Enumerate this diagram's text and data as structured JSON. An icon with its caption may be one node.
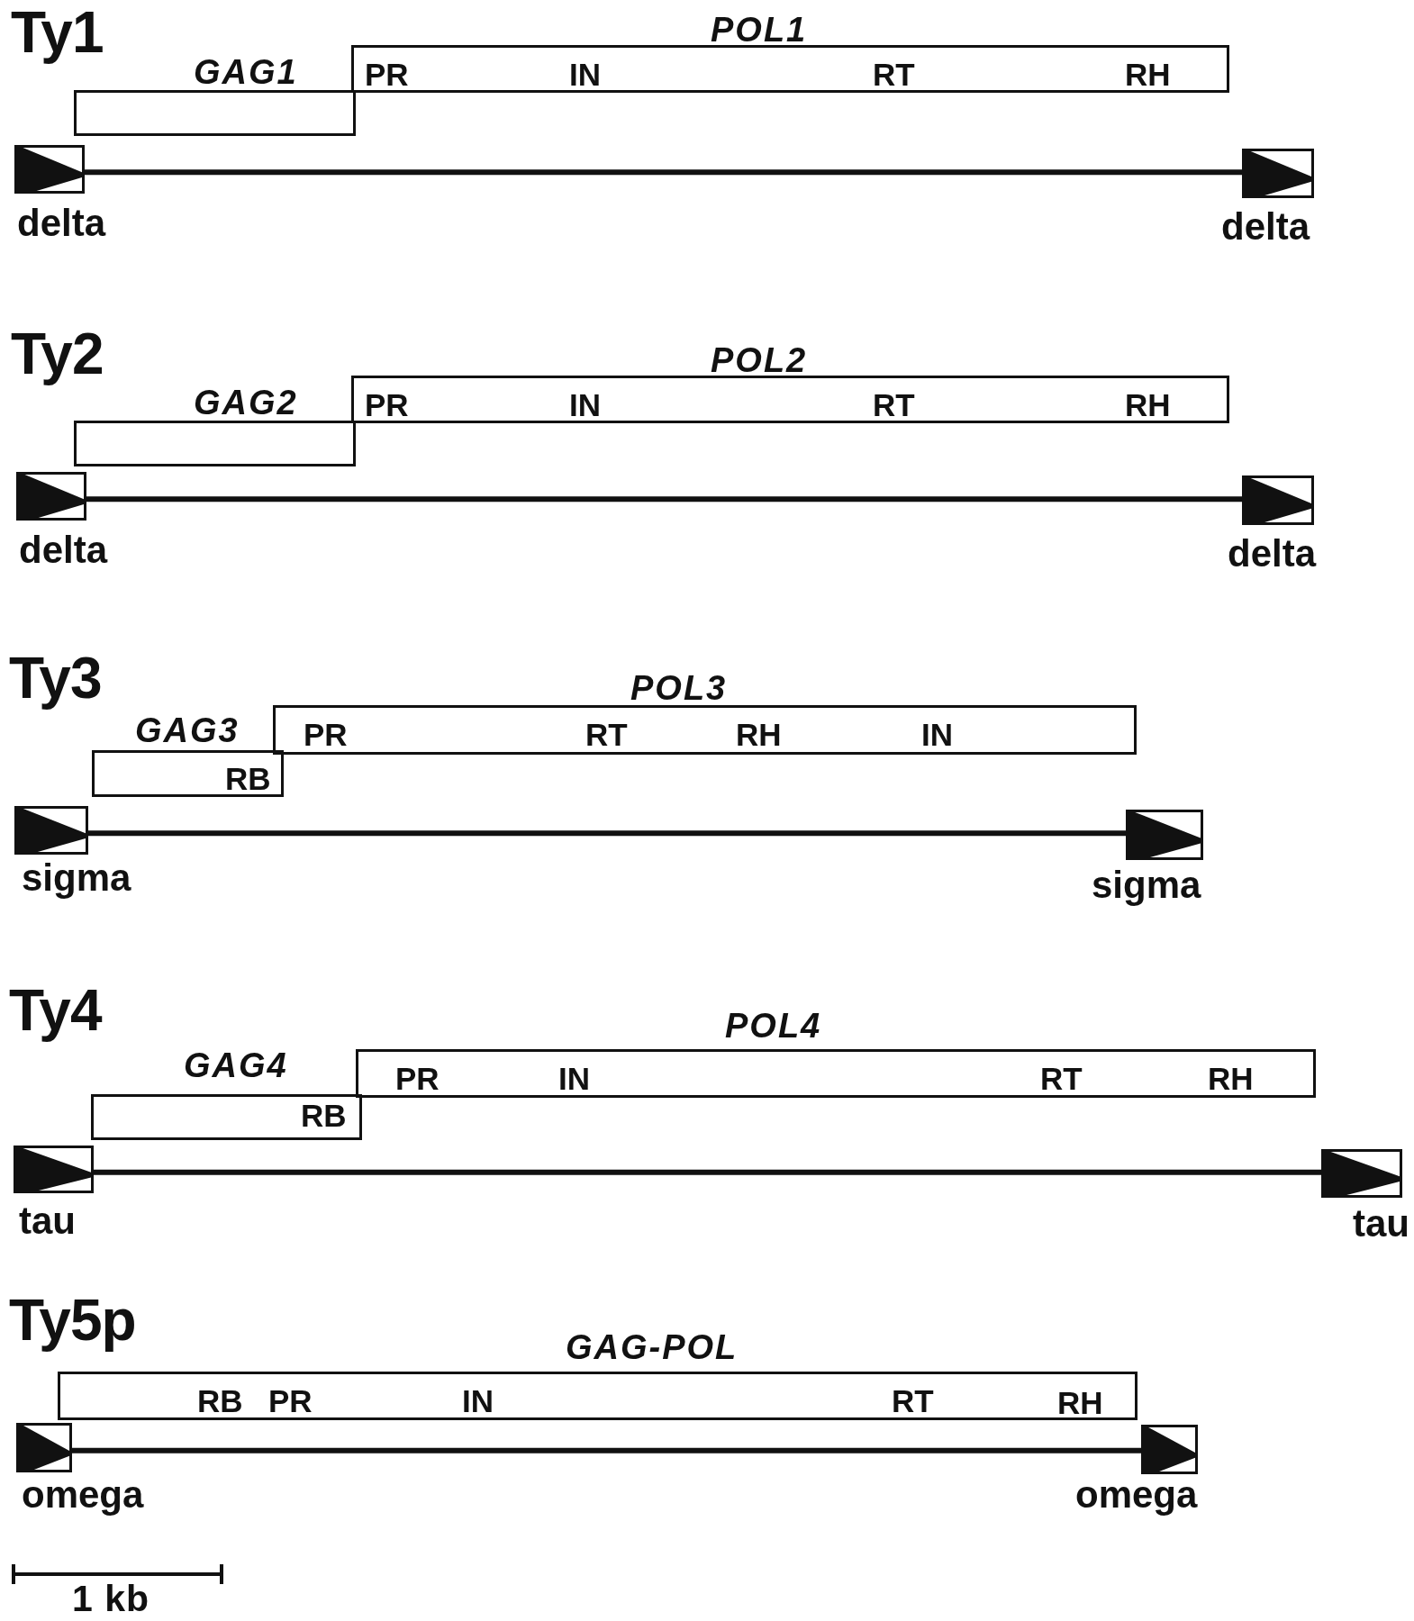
{
  "diagram": {
    "nodes": [
      {
        "text": [
          "GAG1"
        ]
      },
      {
        "text": [
          "POL1",
          "PR",
          "IN",
          "RT",
          "RH"
        ]
      },
      {
        "text": [
          "delta"
        ]
      },
      {
        "text": [
          "delta"
        ]
      },
      {
        "text": [
          "GAG2"
        ]
      },
      {
        "text": [
          "POL2",
          "PR",
          "IN",
          "RT",
          "RH"
        ]
      },
      {
        "text": [
          "delta"
        ]
      },
      {
        "text": [
          "delta"
        ]
      },
      {
        "text": [
          "GAG3",
          "RB"
        ]
      },
      {
        "text": [
          "POL3",
          "PR",
          "RT",
          "RH",
          "IN"
        ]
      },
      {
        "text": [
          "sigma"
        ]
      },
      {
        "text": [
          "sigma"
        ]
      },
      {
        "text": [
          "GAG4",
          "RB"
        ]
      },
      {
        "text": [
          "POL4",
          "PR",
          "IN",
          "RT",
          "RH"
        ]
      },
      {
        "text": [
          "tau"
        ]
      },
      {
        "text": [
          "tau"
        ]
      },
      {
        "text": [
          "GAG-POL",
          "RB",
          "PR",
          "IN",
          "RT",
          "RH"
        ]
      },
      {
        "text": [
          "omega"
        ]
      },
      {
        "text": [
          "omega"
        ]
      }
    ],
    "edges": [
      {
        "from": 2,
        "to": 3,
        "arrow": "none"
      },
      {
        "from": 6,
        "to": 7,
        "arrow": "none"
      },
      {
        "from": 10,
        "to": 11,
        "arrow": "none"
      },
      {
        "from": 14,
        "to": 15,
        "arrow": "none"
      },
      {
        "from": 17,
        "to": 18,
        "arrow": "none"
      }
    ],
    "labels": [
      "Ty1",
      "Ty2",
      "Ty3",
      "Ty4",
      "Ty5p",
      "1 kb"
    ]
  }
}
